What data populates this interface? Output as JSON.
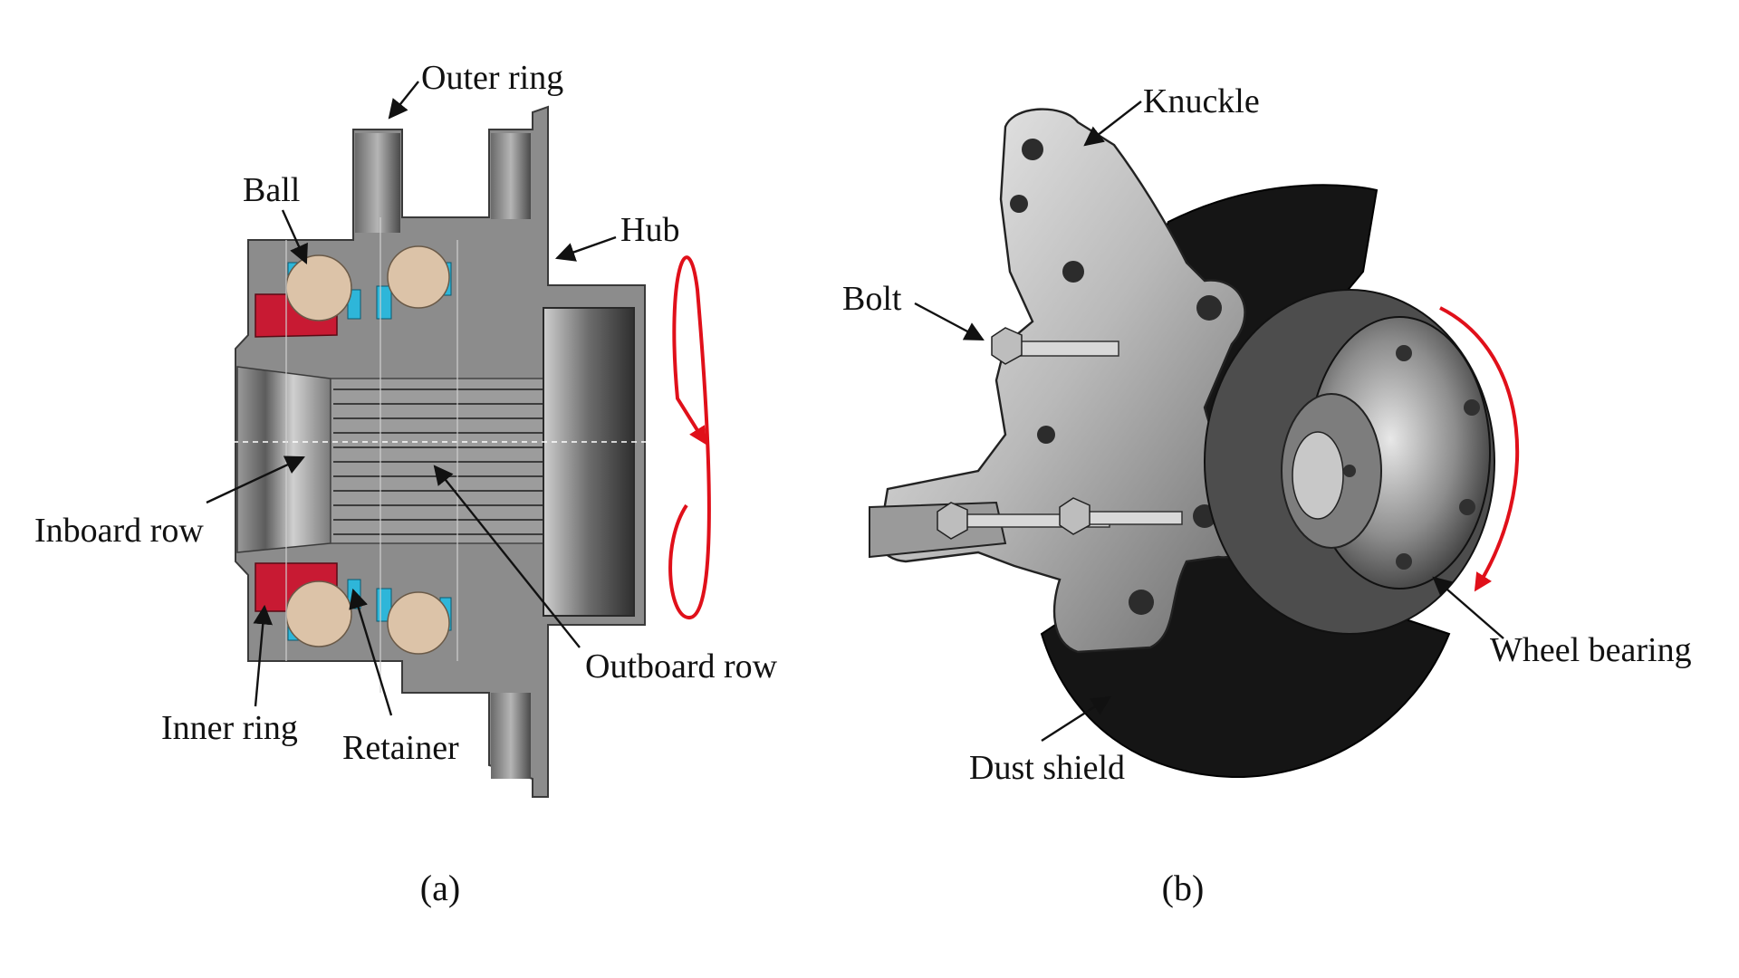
{
  "panel_a": {
    "caption": "(a)",
    "labels": {
      "outer_ring": "Outer ring",
      "ball": "Ball",
      "hub": "Hub",
      "inboard_row": "Inboard row",
      "outboard_row": "Outboard row",
      "inner_ring": "Inner ring",
      "retainer": "Retainer"
    }
  },
  "panel_b": {
    "caption": "(b)",
    "labels": {
      "knuckle": "Knuckle",
      "bolt": "Bolt",
      "wheel_bearing": "Wheel bearing",
      "dust_shield": "Dust shield"
    }
  },
  "colors": {
    "rotation_arrow": "#e0101a",
    "inner_ring": "#c81a33",
    "ball": "#dcc3a8",
    "retainer": "#2eb6d9",
    "steel": "#8a8a8a"
  }
}
